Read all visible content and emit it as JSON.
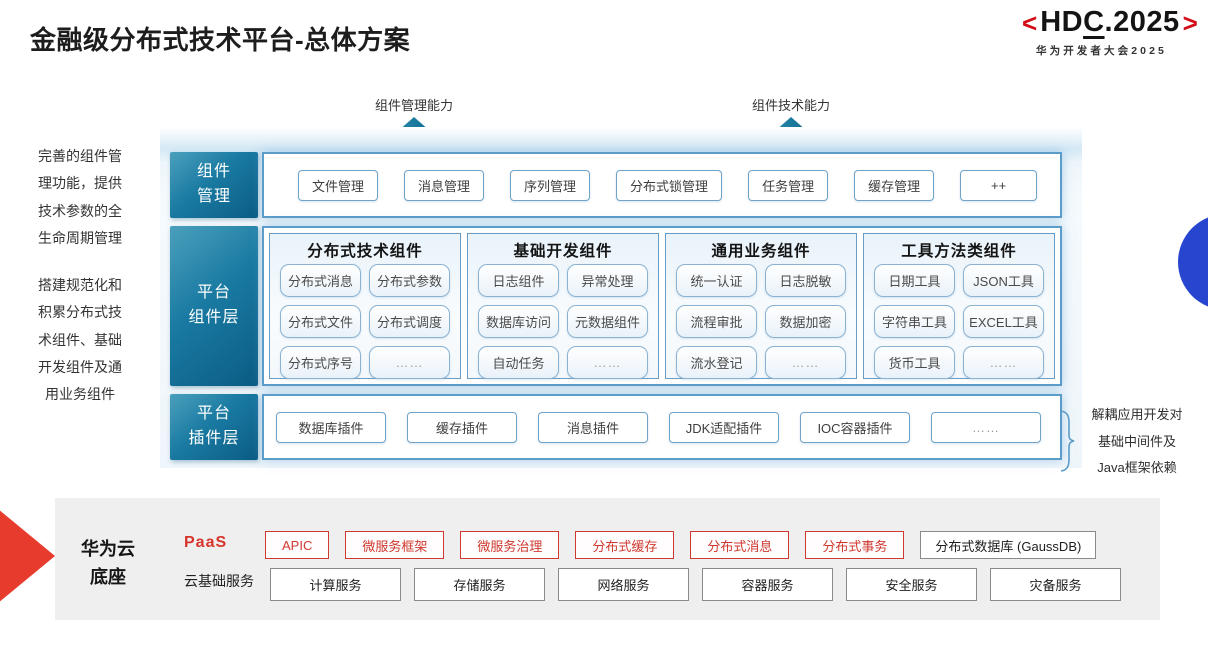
{
  "slide": {
    "title": "金融级分布式技术平台-总体方案"
  },
  "logo": {
    "bracket_left": "<",
    "hd": "HD",
    "c": "C",
    "rest": ".2025",
    "bracket_right": ">",
    "subtitle": "华为开发者大会2025",
    "accent_color": "#d40e19"
  },
  "arrows": {
    "left_label": "组件管理能力",
    "right_label": "组件技术能力"
  },
  "side_notes": {
    "component_mgmt": "完善的组件管\n理功能，提供\n技术参数的全\n生命周期管理",
    "platform_components": "搭建规范化和\n积累分布式技\n术组件、基础\n开发组件及通\n用业务组件",
    "plugin_layer": "解耦应用开发对\n基础中间件及\nJava框架依赖"
  },
  "layers": {
    "component_mgmt": {
      "label": "组件\n管理",
      "items": [
        "文件管理",
        "消息管理",
        "序列管理",
        "分布式锁管理",
        "任务管理",
        "缓存管理",
        "++"
      ]
    },
    "platform_components": {
      "label": "平台\n组件层",
      "groups": [
        {
          "title": "分布式技术组件",
          "items": [
            "分布式消息",
            "分布式参数",
            "分布式文件",
            "分布式调度",
            "分布式序号",
            "……"
          ]
        },
        {
          "title": "基础开发组件",
          "items": [
            "日志组件",
            "异常处理",
            "数据库访问",
            "元数据组件",
            "自动任务",
            "……"
          ]
        },
        {
          "title": "通用业务组件",
          "items": [
            "统一认证",
            "日志脱敏",
            "流程审批",
            "数据加密",
            "流水登记",
            "……"
          ]
        },
        {
          "title": "工具方法类组件",
          "items": [
            "日期工具",
            "JSON工具",
            "字符串工具",
            "EXCEL工具",
            "货币工具",
            "……"
          ]
        }
      ]
    },
    "plugin_layer": {
      "label": "平台\n插件层",
      "items": [
        "数据库插件",
        "缓存插件",
        "消息插件",
        "JDK适配插件",
        "IOC容器插件",
        "……"
      ]
    }
  },
  "foundation": {
    "label": "华为云\n底座",
    "paas": {
      "label": "PaaS",
      "highlight_items": [
        "APIC",
        "微服务框架",
        "微服务治理",
        "分布式缓存",
        "分布式消息",
        "分布式事务"
      ],
      "normal_items": [
        "分布式数据库 (GaussDB)"
      ]
    },
    "cloud": {
      "label": "云基础服务",
      "items": [
        "计算服务",
        "存储服务",
        "网络服务",
        "容器服务",
        "安全服务",
        "灾备服务"
      ]
    }
  },
  "colors": {
    "teal_layer": "#0f6f99",
    "accent_red": "#d7352b",
    "panel_gray": "#efeff0",
    "circle_blue": "#2745cf",
    "box_border_blue": "#5c9cc9"
  }
}
